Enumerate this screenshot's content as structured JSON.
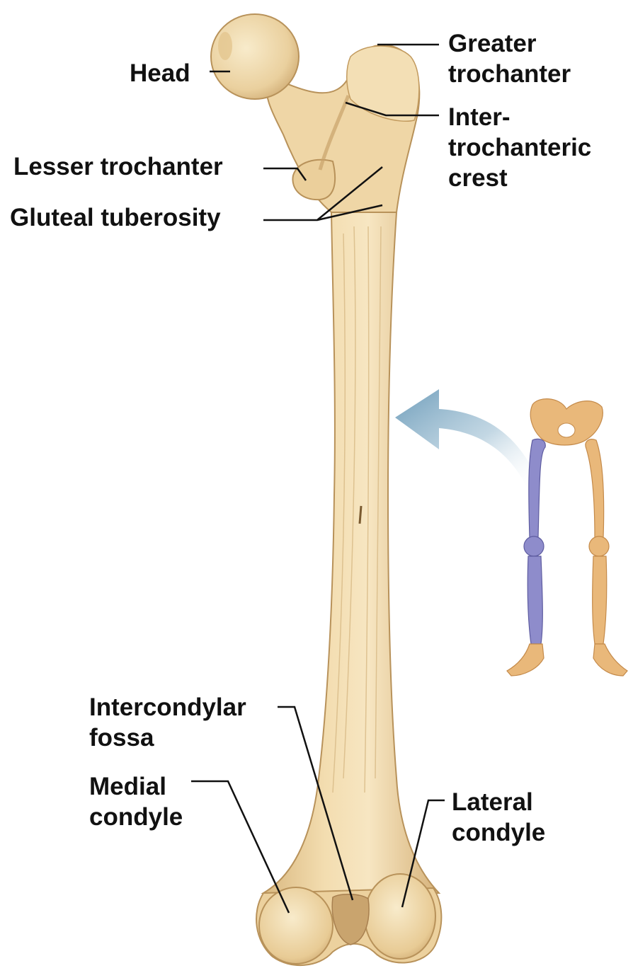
{
  "labels": {
    "head": {
      "lines": [
        "Head"
      ]
    },
    "greater_trochanter": {
      "lines": [
        "Greater",
        "trochanter"
      ]
    },
    "intertrochanteric_crest": {
      "lines": [
        "Inter-",
        "trochanteric",
        "crest"
      ]
    },
    "lesser_trochanter": {
      "lines": [
        "Lesser trochanter"
      ]
    },
    "gluteal_tuberosity": {
      "lines": [
        "Gluteal tuberosity"
      ]
    },
    "intercondylar_fossa": {
      "lines": [
        "Intercondylar",
        "fossa"
      ]
    },
    "medial_condyle": {
      "lines": [
        "Medial",
        "condyle"
      ]
    },
    "lateral_condyle": {
      "lines": [
        "Lateral",
        "condyle"
      ]
    }
  },
  "colors": {
    "bone_fill": "#EFD6A6",
    "bone_shade": "#D4B27A",
    "bone_outline": "#B8925A",
    "bone_highlight": "#F8ECD0",
    "leader_line": "#111111",
    "highlighted_femur": "#8E8CCB",
    "skeleton_bone": "#E9B87A",
    "arrow": "#7EA8C2"
  },
  "icons": {
    "locator": "lower-limb-skeleton-icon",
    "pointer": "curved-arrow-icon"
  }
}
